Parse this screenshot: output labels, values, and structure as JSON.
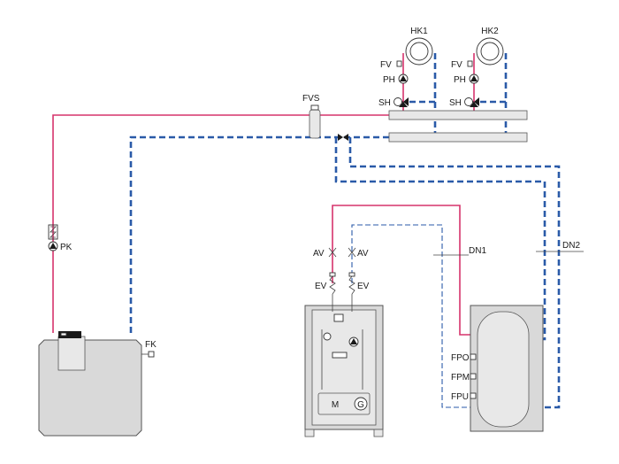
{
  "colors": {
    "supply_line": "#d6336c",
    "return_line": "#2a5aa8",
    "equipment": "#d9d9d9"
  },
  "labels": {
    "hk1": "HK1",
    "hk2": "HK2",
    "fv_1": "FV",
    "fv_2": "FV",
    "ph_1": "PH",
    "ph_2": "PH",
    "sh_1": "SH",
    "sh_2": "SH",
    "fvs": "FVS",
    "pk": "PK",
    "fk": "FK",
    "av_1": "AV",
    "av_2": "AV",
    "ev_1": "EV",
    "ev_2": "EV",
    "dn1": "DN1",
    "dn2": "DN2",
    "fpo": "FPO",
    "fpm": "FPM",
    "fpu": "FPU",
    "motor": "M",
    "generator": "G"
  },
  "icons": {
    "pump": "pump-icon",
    "mixing_valve": "mixing-valve-icon",
    "shutoff_valve": "shutoff-valve-icon",
    "sensor": "sensor-icon",
    "radiator": "radiator-icon"
  }
}
